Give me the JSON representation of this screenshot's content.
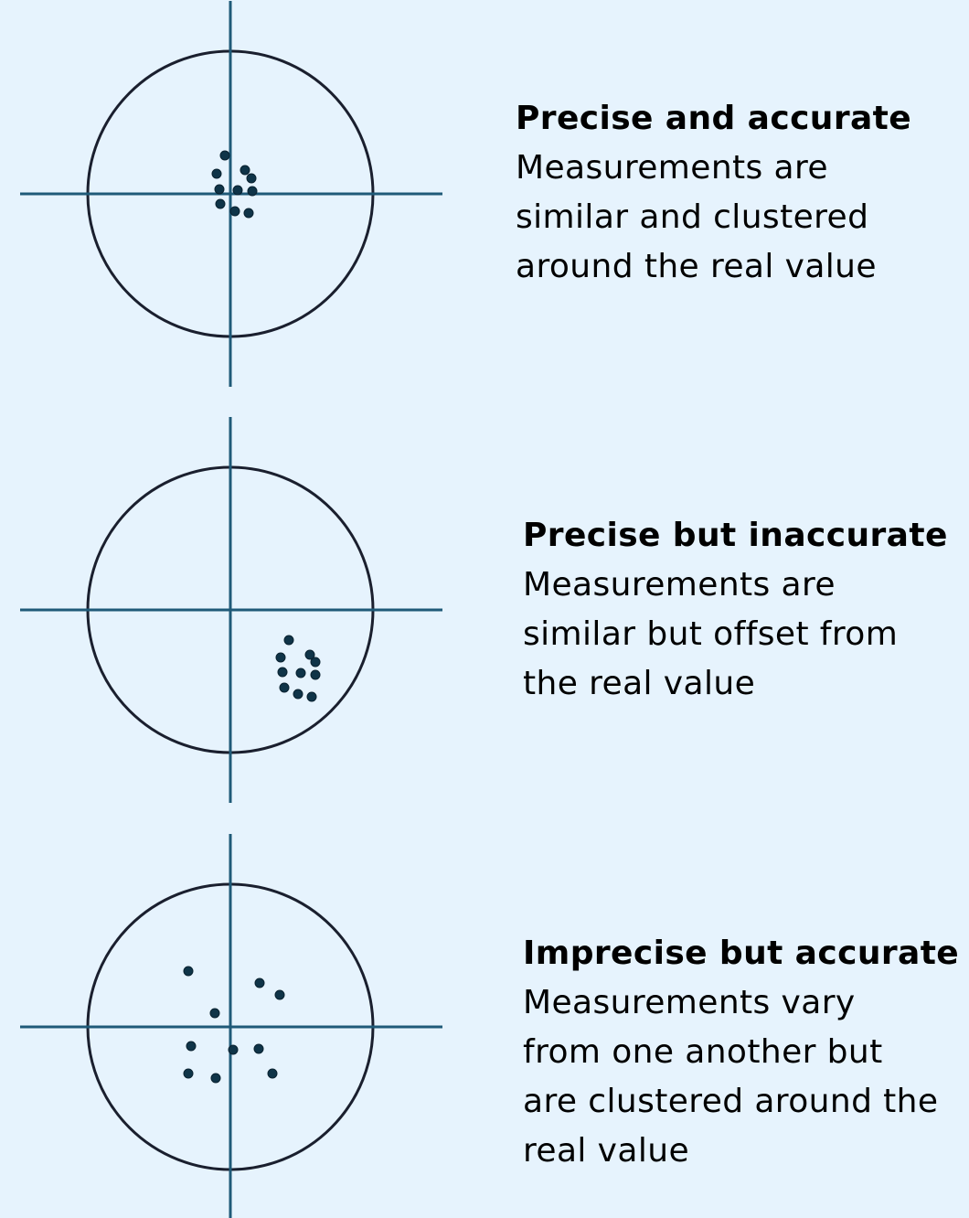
{
  "colors": {
    "background": "#e6f3fd",
    "circle": "#1a1f2e",
    "crosshair": "#1f5a78",
    "point": "#0f3448"
  },
  "panels": [
    {
      "title": "Precise and accurate",
      "lines": [
        "Measurements are",
        "similar and clustered",
        "around the real value"
      ],
      "points": [
        [
          -6,
          -42
        ],
        [
          -15,
          -22
        ],
        [
          16,
          -26
        ],
        [
          23,
          -17
        ],
        [
          -12,
          -5
        ],
        [
          8,
          -4
        ],
        [
          24,
          -3
        ],
        [
          -11,
          11
        ],
        [
          5,
          19
        ],
        [
          20,
          21
        ]
      ]
    },
    {
      "title": "Precise but inaccurate",
      "lines": [
        "Measurements are",
        "similar but offset from",
        "the real value"
      ],
      "points": [
        [
          64,
          33
        ],
        [
          55,
          52
        ],
        [
          87,
          49
        ],
        [
          93,
          57
        ],
        [
          57,
          68
        ],
        [
          77,
          69
        ],
        [
          93,
          71
        ],
        [
          59,
          85
        ],
        [
          74,
          92
        ],
        [
          89,
          95
        ]
      ]
    },
    {
      "title": "Imprecise but accurate",
      "lines": [
        "Measurements vary",
        "from one another but",
        "are clustered around the",
        "real value"
      ],
      "points": [
        [
          -46,
          -61
        ],
        [
          32,
          -48
        ],
        [
          54,
          -35
        ],
        [
          -17,
          -15
        ],
        [
          -43,
          21
        ],
        [
          3,
          25
        ],
        [
          31,
          24
        ],
        [
          -46,
          51
        ],
        [
          -16,
          56
        ],
        [
          46,
          51
        ]
      ]
    }
  ]
}
